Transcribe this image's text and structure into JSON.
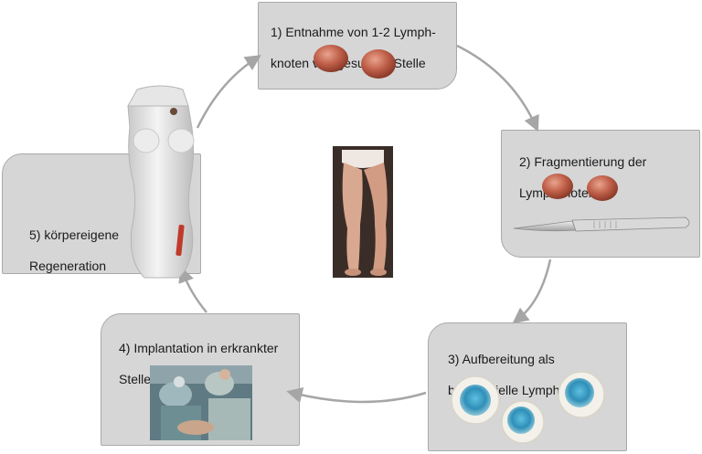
{
  "steps": {
    "s1": {
      "line1": "1) Entnahme von 1-2 Lymph-",
      "line2": "knoten von gesunder Stelle"
    },
    "s2": {
      "line1": "2) Fragmentierung der",
      "line2": "Lymphknoten"
    },
    "s3": {
      "line1": "3) Aufbereitung als",
      "line2": "bioartifizielle Lymphknoten"
    },
    "s4": {
      "line1": "4) Implantation in erkrankter",
      "line2": "Stelle (Lymphödem)"
    },
    "s5": {
      "line1": "5) körpereigene",
      "line2": "Regeneration"
    }
  },
  "colors": {
    "box_fill": "#d6d6d6",
    "box_border": "#a9a9a9",
    "arrow": "#a6a6a6",
    "node": "#b65a45",
    "bead": "#3a9fc4"
  }
}
